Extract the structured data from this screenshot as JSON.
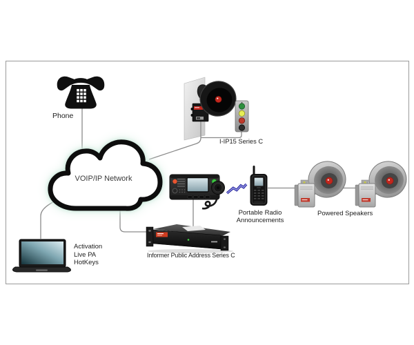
{
  "diagram": {
    "cloud": {
      "label": "VOIP/IP Network"
    },
    "phone": {
      "label": "Phone"
    },
    "wall_station": {
      "label": "I-IP15 Series C"
    },
    "portable_radio": {
      "label": [
        "Portable Radio",
        "Announcements"
      ]
    },
    "powered_speakers": {
      "label": "Powered Speakers"
    },
    "informer_rack": {
      "label": "Informer Public Address Series C"
    },
    "laptop": {
      "caption": [
        "Activation",
        "Live PA",
        "HotKeys"
      ]
    },
    "icons": [
      "desk-phone-icon",
      "network-cloud-icon",
      "horn-speaker-icon",
      "call-button-panel-icon",
      "base-station-icon",
      "handheld-microphone-icon",
      "wireless-bolt-icon",
      "portable-radio-icon",
      "powered-speaker-icon",
      "rack-unit-icon",
      "laptop-icon"
    ],
    "colors": {
      "panel_border": "#9a9a9a",
      "connection_line": "#8a8a8a",
      "cloud_outline": "#0d0d0d",
      "cloud_glow": "#d8efe4",
      "accent_red": "#c3271e",
      "button_green": "#2e8f3e",
      "button_yellow": "#e6ee55",
      "button_red": "#bf3a2b",
      "button_black": "#2d2d2d",
      "power_button_red": "#e8542f",
      "led_green": "#3ec443",
      "bolt_blue": "#2b2ba0"
    }
  }
}
